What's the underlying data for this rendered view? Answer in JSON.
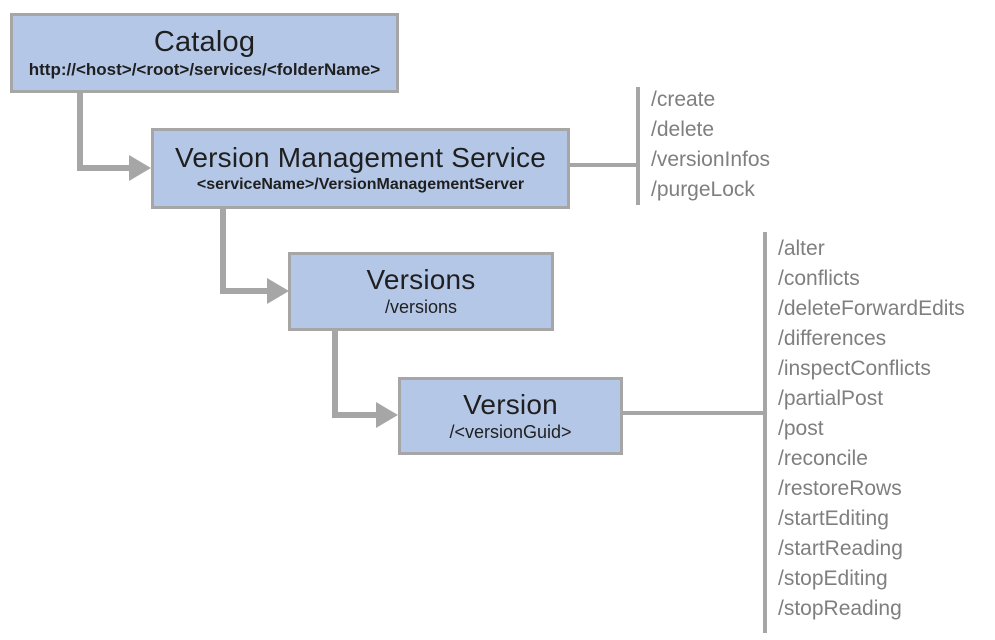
{
  "colors": {
    "node_fill": "#b4c7e7",
    "node_border": "#a6a6a6",
    "connector": "#a6a6a6",
    "operation_text": "#7f7f7f",
    "node_title_text": "#1f1f1f"
  },
  "nodes": {
    "catalog": {
      "title": "Catalog",
      "subtitle": "http://<host>/<root>/services/<folderName>"
    },
    "version_management_service": {
      "title": "Version Management Service",
      "subtitle": "<serviceName>/VersionManagementServer",
      "operations": [
        "/create",
        "/delete",
        "/versionInfos",
        "/purgeLock"
      ]
    },
    "versions": {
      "title": "Versions",
      "subtitle": "/versions"
    },
    "version": {
      "title": "Version",
      "subtitle": "/<versionGuid>",
      "operations": [
        "/alter",
        "/conflicts",
        "/deleteForwardEdits",
        "/differences",
        "/inspectConflicts",
        "/partialPost",
        "/post",
        "/reconcile",
        "/restoreRows",
        "/startEditing",
        "/startReading",
        "/stopEditing",
        "/stopReading"
      ]
    }
  }
}
